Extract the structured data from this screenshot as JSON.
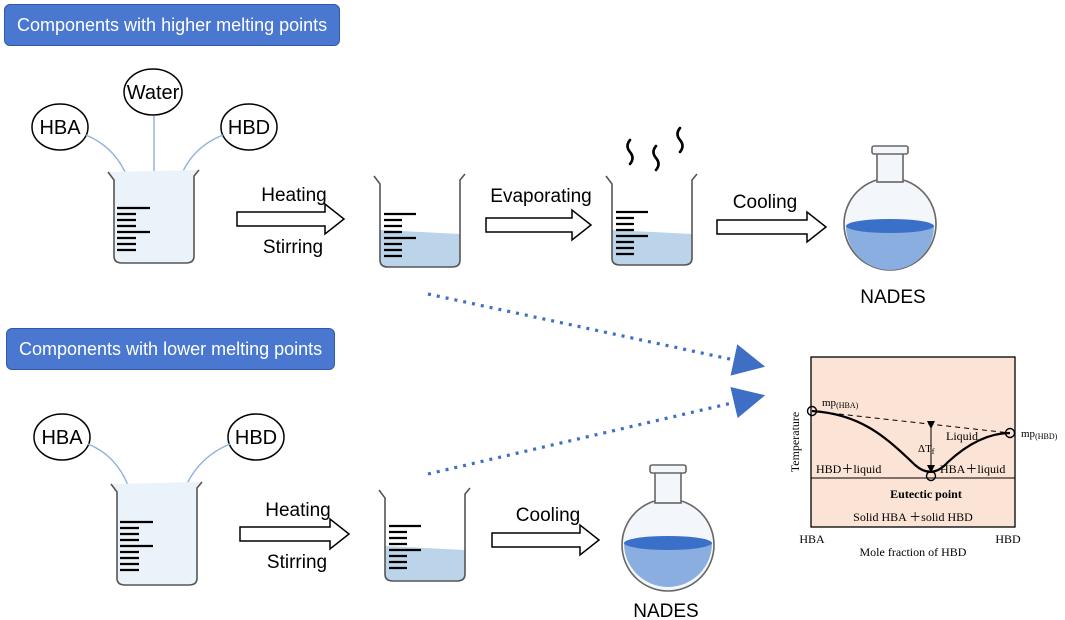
{
  "top_panel": {
    "banner": "Components with higher melting points",
    "inputs": [
      "HBA",
      "Water",
      "HBD"
    ],
    "step1_top": "Heating",
    "step1_bottom": "Stirring",
    "step2": "Evaporating",
    "step3": "Cooling",
    "product": "NADES"
  },
  "bottom_panel": {
    "banner": "Components with lower melting points",
    "inputs": [
      "HBA",
      "HBD"
    ],
    "step1_top": "Heating",
    "step1_bottom": "Stirring",
    "step2": "Cooling",
    "product": "NADES"
  },
  "phase_diagram": {
    "y_axis_label": "Temperature",
    "x_axis_label": "Mole fraction of HBD",
    "x_left": "HBA",
    "x_right": "HBD",
    "mp_hba": "mp",
    "mp_hba_sub": "(HBA)",
    "mp_hbd": "mp",
    "mp_hbd_sub": "(HBD)",
    "delta": "ΔT",
    "delta_sub": "f",
    "liquid": "Liquid",
    "left_region": "HBD＋liquid",
    "right_region": "HBA＋liquid",
    "eutectic": "Eutectic point",
    "solid_region": "Solid HBA ＋solid HBD"
  },
  "colors": {
    "banner": "#4a78d0",
    "liquid": "#bcd4ea",
    "flask_liquid": "#8aaee0",
    "flask_surface": "#3a70c8",
    "phase_bg": "#fbe3d6",
    "dotted": "#3f6fc4"
  }
}
